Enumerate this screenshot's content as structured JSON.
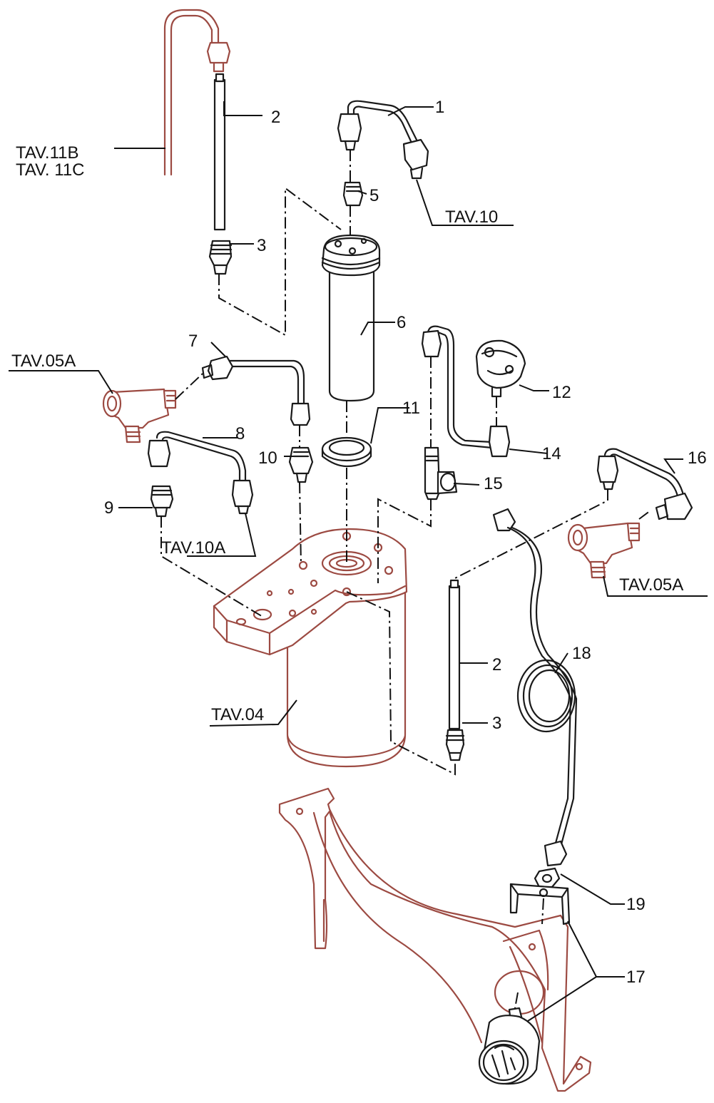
{
  "colors": {
    "ink": "#1a1a1a",
    "reference_red": "#9c4a42",
    "background": "#ffffff"
  },
  "labels": {
    "p1": "1",
    "p2_top": "2",
    "p2_bottom": "2",
    "p3_top": "3",
    "p3_bottom": "3",
    "p5": "5",
    "p6": "6",
    "p7": "7",
    "p8": "8",
    "p9": "9",
    "p10": "10",
    "p11": "11",
    "p12": "12",
    "p14": "14",
    "p15": "15",
    "p16": "16",
    "p17": "17",
    "p18": "18",
    "p19": "19"
  },
  "references": {
    "tav11b": "TAV.11B",
    "tav11c": "TAV. 11C",
    "tav10": "TAV.10",
    "tav05a_left": "TAV.05A",
    "tav05a_right": "TAV.05A",
    "tav10a": "TAV.10A",
    "tav04": "TAV.04"
  }
}
